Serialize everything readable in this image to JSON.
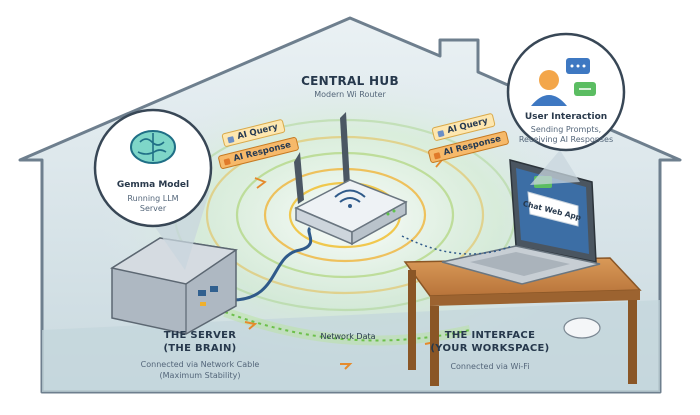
{
  "hub": {
    "title": "CENTRAL HUB",
    "subtitle": "Modern Wi Router"
  },
  "server_bubble": {
    "title": "Gemma Model",
    "subtitle_1": "Running LLM",
    "subtitle_2": "Server"
  },
  "user_bubble": {
    "title": "User Interaction",
    "subtitle_1": "Sending Prompts,",
    "subtitle_2": "Receiving AI Responses"
  },
  "left_flow": {
    "query": "AI Query",
    "response": "AI Response"
  },
  "right_flow": {
    "query": "AI Query",
    "response": "AI Response"
  },
  "laptop": {
    "screen_text": "Chat Web App"
  },
  "network": {
    "label": "Network Data"
  },
  "server": {
    "title_1": "THE SERVER",
    "title_2": "(THE BRAIN)",
    "caption_1": "Connected via Network Cable",
    "caption_2": "(Maximum Stability)"
  },
  "interface": {
    "title_1": "THE INTERFACE",
    "title_2": "(YOUR WORKSPACE)",
    "caption": "Connected via Wi-Fi"
  },
  "colors": {
    "house_fill": "#dfe9ee",
    "house_stroke": "#6e7f8e",
    "floor": "#cfdde3",
    "signal": "#e6b22f",
    "cable": "#2f5a8a",
    "accent_orange": "#e58a2c"
  }
}
